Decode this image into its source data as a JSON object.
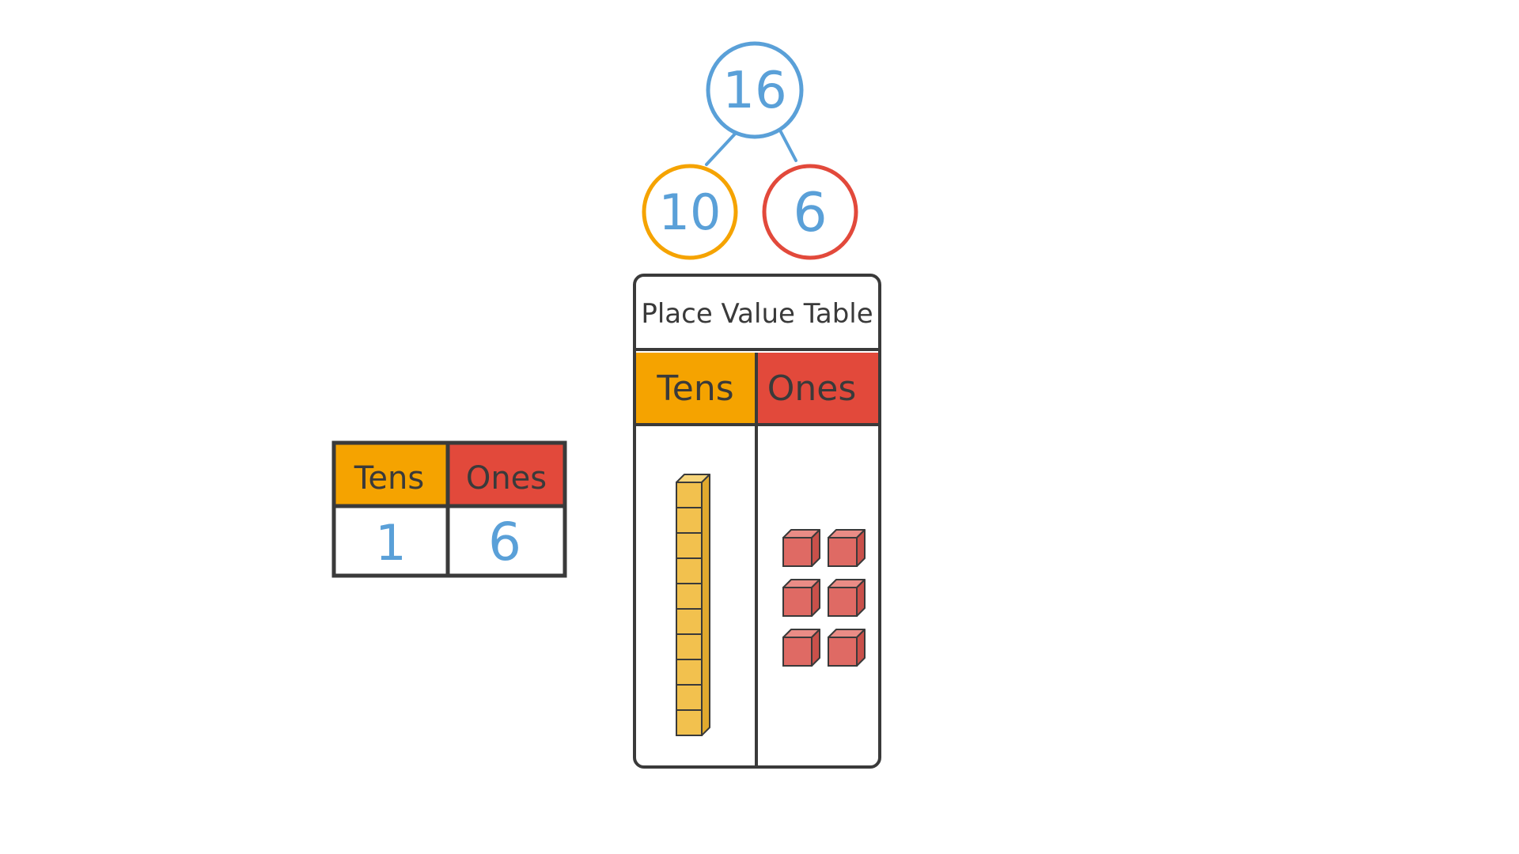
{
  "colors": {
    "ink": "#3a3a3a",
    "blue": "#5aa0d8",
    "orange": "#f5a300",
    "red": "#e2493b",
    "cube_yellow": "#f2c14e",
    "cube_red": "#df6a64",
    "white": "#ffffff"
  },
  "number_bond": {
    "whole": "16",
    "part_tens": "10",
    "part_ones": "6"
  },
  "place_value_table": {
    "title": "Place Value Table",
    "tens_header": "Tens",
    "ones_header": "Ones",
    "tens_blocks": 1,
    "rods_per_block": 10,
    "ones_cubes": 6
  },
  "small_table": {
    "tens_header": "Tens",
    "ones_header": "Ones",
    "tens_value": "1",
    "ones_value": "6"
  },
  "icons": {
    "ten_rod": "ten-rod-icon",
    "unit_cube": "unit-cube-icon"
  }
}
